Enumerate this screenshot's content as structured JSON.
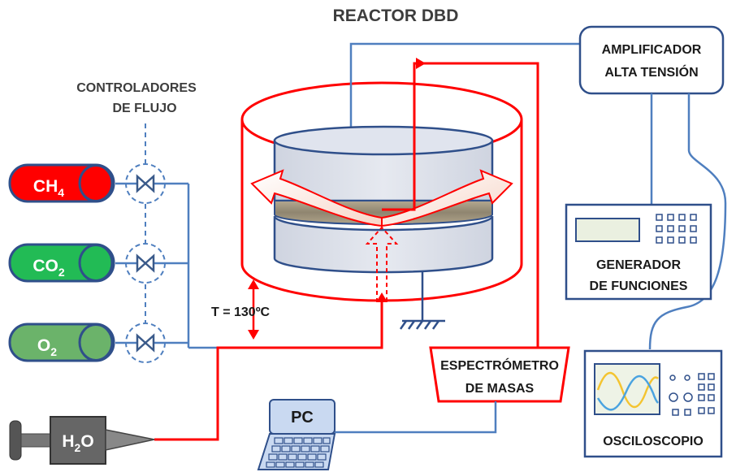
{
  "title": "REACTOR DBD",
  "labels": {
    "controllers_line1": "CONTROLADORES",
    "controllers_line2": "DE FLUJO",
    "temperature": "T = 130ºC",
    "amplifier_line1": "AMPLIFICADOR",
    "amplifier_line2": "ALTA TENSIÓN",
    "generator_line1": "GENERADOR",
    "generator_line2": "DE FUNCIONES",
    "spectrometer_line1": "ESPECTRÓMETRO",
    "spectrometer_line2": "DE MASAS",
    "pc": "PC",
    "oscilloscope": "OSCILOSCOPIO"
  },
  "gases": [
    {
      "formula": "CH",
      "subscript": "4",
      "color": "#ff0000"
    },
    {
      "formula": "CO",
      "subscript": "2",
      "color": "#22bb55"
    },
    {
      "formula": "O",
      "subscript": "2",
      "color": "#6bb36a"
    }
  ],
  "water": {
    "formula": "H",
    "subscript": "2",
    "tail": "O",
    "color": "#666666"
  },
  "colors": {
    "wire_blue": "#4f7fbf",
    "wire_red": "#ff0000",
    "box_stroke": "#3a5a8a",
    "electrode": "#d9dde8",
    "pc_screen": "#c9d9f1"
  }
}
